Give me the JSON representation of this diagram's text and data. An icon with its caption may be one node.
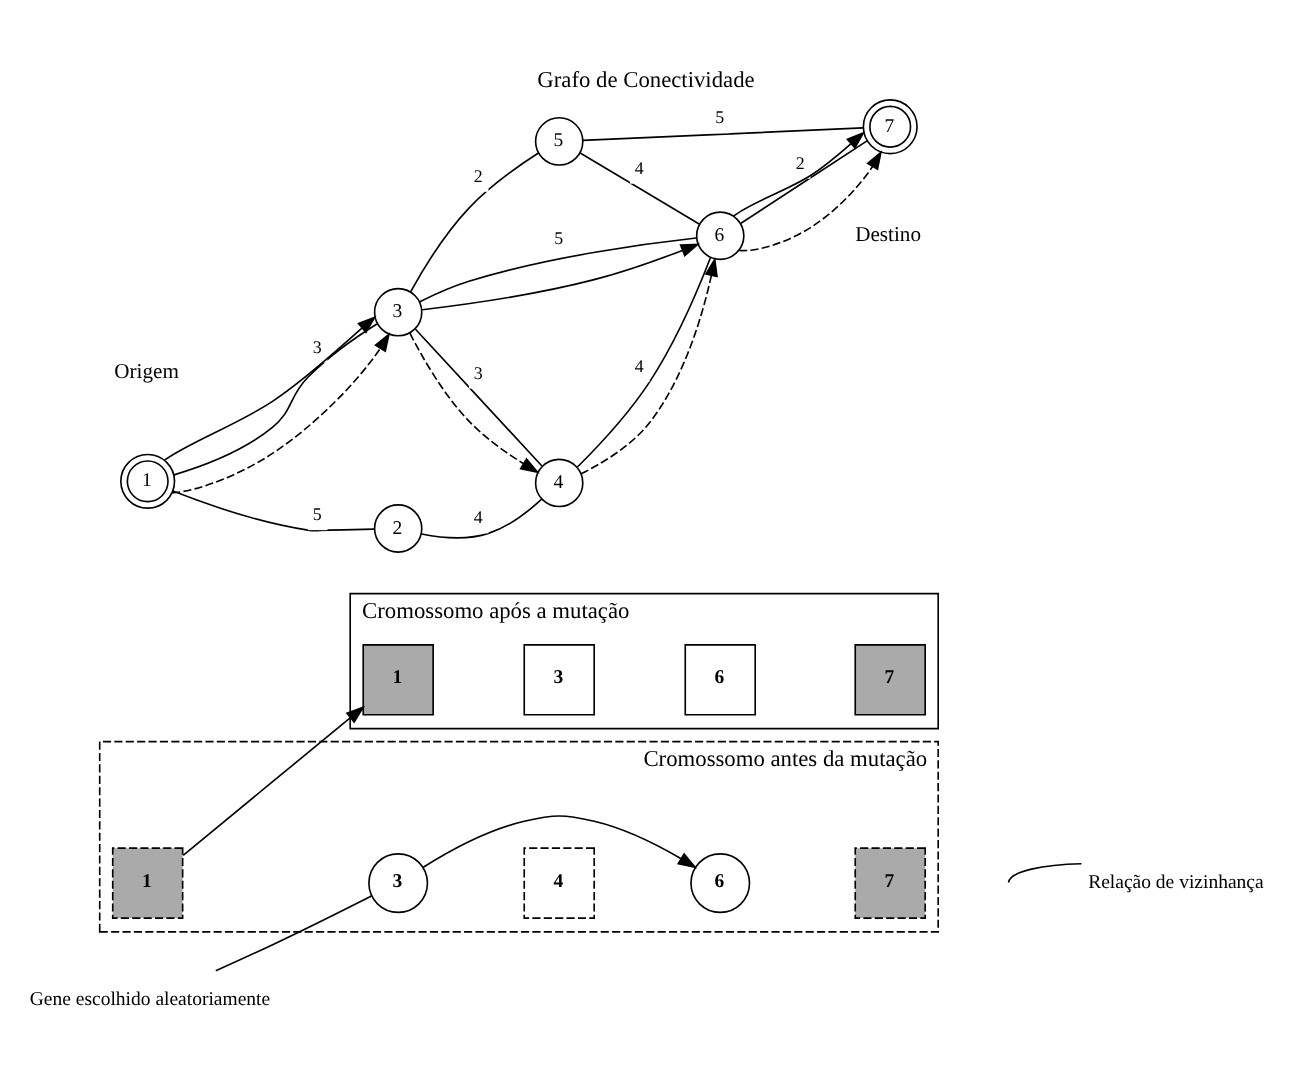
{
  "diagram": {
    "title": "Grafo de Conectividade",
    "nodes": [
      {
        "text": [
          "1"
        ],
        "beside": [
          "Origem"
        ]
      },
      {
        "text": [
          "2"
        ]
      },
      {
        "text": [
          "4"
        ]
      },
      {
        "text": [
          "3"
        ]
      },
      {
        "text": [
          "6"
        ]
      },
      {
        "text": [
          "5"
        ]
      },
      {
        "text": [
          "7"
        ],
        "beside": [
          "Destino"
        ]
      },
      {
        "text": [
          "Cromossomo antes da mutação"
        ]
      },
      {
        "text": [
          "1"
        ],
        "in": 7
      },
      {
        "text": [
          "3"
        ],
        "in": 7
      },
      {
        "text": [
          "4"
        ],
        "in": 7
      },
      {
        "text": [
          "6"
        ],
        "in": 7
      },
      {
        "text": [
          "7"
        ],
        "in": 7
      },
      {
        "text": [
          "Relação de vizinhança"
        ]
      },
      {
        "text": [
          "Gene escolhido aleatoriamente"
        ]
      },
      {
        "text": [
          "Cromossomo após a mutação"
        ]
      },
      {
        "text": [
          "1"
        ],
        "in": 15
      },
      {
        "text": [
          "3"
        ],
        "in": 15
      },
      {
        "text": [
          "6"
        ],
        "in": 15
      },
      {
        "text": [
          "7"
        ],
        "in": 15
      }
    ],
    "edges": [
      {
        "from": 0,
        "to": 1,
        "arrow": "none",
        "label": "5"
      },
      {
        "from": 1,
        "to": 2,
        "arrow": "none",
        "label": "4"
      },
      {
        "from": 0,
        "to": 3,
        "arrow": "none",
        "label": "3"
      },
      {
        "from": 3,
        "to": 2,
        "arrow": "none",
        "label": "3"
      },
      {
        "from": 2,
        "to": 4,
        "arrow": "none",
        "label": "4"
      },
      {
        "from": 3,
        "to": 4,
        "arrow": "none",
        "label": "5"
      },
      {
        "from": 3,
        "to": 5,
        "arrow": "none",
        "label": "2"
      },
      {
        "from": 5,
        "to": 4,
        "arrow": "none",
        "label": "4"
      },
      {
        "from": 4,
        "to": 6,
        "arrow": "none",
        "label": "2"
      },
      {
        "from": 5,
        "to": 6,
        "arrow": "none",
        "label": "5"
      },
      {
        "from": 0,
        "to": 3,
        "arrow": "to",
        "style": "dashed"
      },
      {
        "from": 0,
        "to": 3,
        "arrow": "to"
      },
      {
        "from": 3,
        "to": 2,
        "arrow": "to",
        "style": "dashed"
      },
      {
        "from": 2,
        "to": 4,
        "arrow": "to",
        "style": "dashed"
      },
      {
        "from": 3,
        "to": 4,
        "arrow": "to"
      },
      {
        "from": 4,
        "to": 6,
        "arrow": "to",
        "style": "dashed"
      },
      {
        "from": 4,
        "to": 6,
        "arrow": "to"
      },
      {
        "from": 9,
        "to": 11,
        "arrow": "to"
      },
      {
        "from": 13,
        "to": null,
        "arrow": "none"
      },
      {
        "from": 14,
        "to": 9,
        "arrow": "none"
      },
      {
        "from": 8,
        "to": 16,
        "arrow": "to"
      }
    ]
  }
}
